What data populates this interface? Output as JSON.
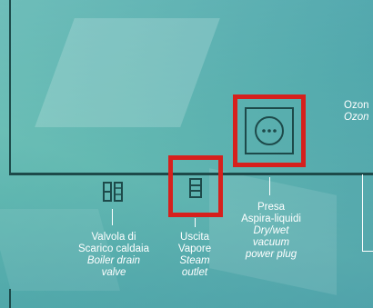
{
  "labels": {
    "boiler_drain_it_1": "Valvola di",
    "boiler_drain_it_2": "Scarico caldaia",
    "boiler_drain_en_1": "Boiler drain",
    "boiler_drain_en_2": "valve",
    "steam_it_1": "Uscita",
    "steam_it_2": "Vapore",
    "steam_en_1": "Steam",
    "steam_en_2": "outlet",
    "vacuum_it_1": "Presa",
    "vacuum_it_2": "Aspira-liquidi",
    "vacuum_en_1": "Dry/wet",
    "vacuum_en_2": "vacuum",
    "vacuum_en_3": "power plug",
    "ozone_it": "Ozon",
    "ozone_en": "Ozon"
  },
  "colors": {
    "highlight": "#d6201d",
    "outline": "#1d4a4a",
    "text": "#ffffff"
  },
  "icons": {
    "boiler_drain": "valve-icon",
    "steam": "steam-outlet-icon",
    "vacuum": "power-socket-icon"
  }
}
